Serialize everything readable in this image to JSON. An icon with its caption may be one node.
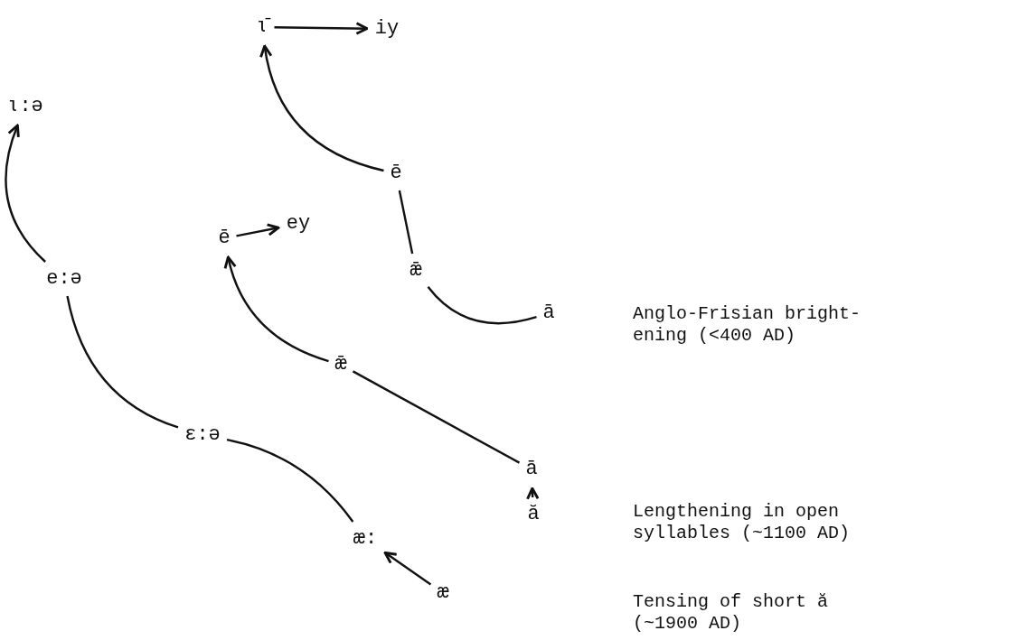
{
  "diagram": {
    "nodes": [
      {
        "text": [
          "ɩ̄"
        ]
      },
      {
        "text": [
          "iy"
        ]
      },
      {
        "text": [
          "ē"
        ]
      },
      {
        "text": [
          "ǣ"
        ]
      },
      {
        "text": [
          "ā"
        ]
      },
      {
        "text": [
          "ē"
        ]
      },
      {
        "text": [
          "ey"
        ]
      },
      {
        "text": [
          "ǣ"
        ]
      },
      {
        "text": [
          "ā"
        ]
      },
      {
        "text": [
          "ă"
        ]
      },
      {
        "text": [
          "ɩ:ə"
        ]
      },
      {
        "text": [
          "e:ə"
        ]
      },
      {
        "text": [
          "ɛ:ə"
        ]
      },
      {
        "text": [
          "æ:"
        ]
      },
      {
        "text": [
          "æ"
        ]
      }
    ],
    "edges": [
      {
        "from": 0,
        "to": 1,
        "arrow": "to"
      },
      {
        "from": 2,
        "to": 0,
        "arrow": "to"
      },
      {
        "from": 3,
        "to": 2,
        "arrow": "none"
      },
      {
        "from": 4,
        "to": 3,
        "arrow": "none"
      },
      {
        "from": 5,
        "to": 6,
        "arrow": "to"
      },
      {
        "from": 7,
        "to": 5,
        "arrow": "to"
      },
      {
        "from": 8,
        "to": 7,
        "arrow": "none"
      },
      {
        "from": 9,
        "to": 8,
        "arrow": "to"
      },
      {
        "from": 11,
        "to": 10,
        "arrow": "to"
      },
      {
        "from": 12,
        "to": 11,
        "arrow": "none"
      },
      {
        "from": 13,
        "to": 12,
        "arrow": "none"
      },
      {
        "from": 14,
        "to": 13,
        "arrow": "to"
      }
    ],
    "labels": [
      "Anglo-Frisian bright- ening (<400 AD)",
      "Lengthening in open syllables (~1100 AD)",
      "Tensing of short ă (~1900 AD)"
    ]
  }
}
